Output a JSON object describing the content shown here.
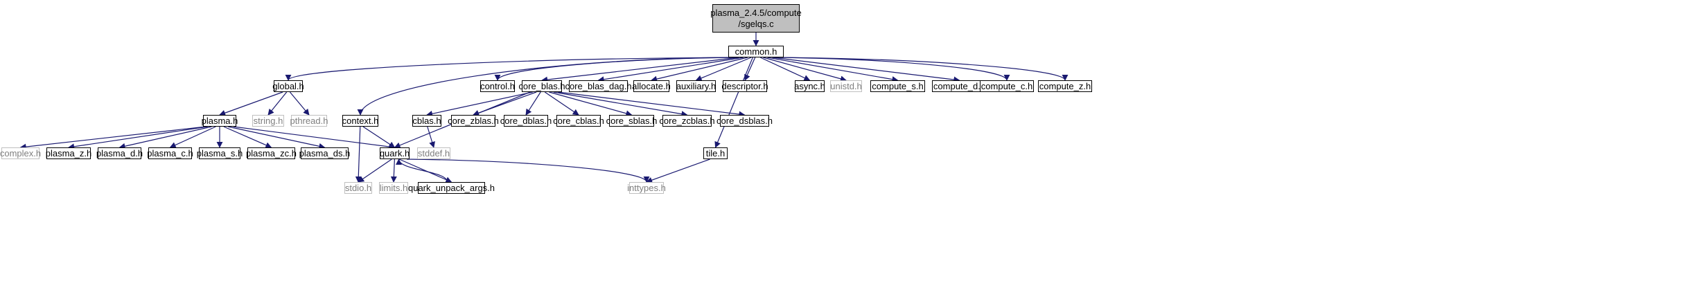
{
  "graph": {
    "root": "plasma_2.4.5/compute\n/sgelqs.c",
    "nodes": {
      "root": "plasma_2.4.5/compute\n/sgelqs.c",
      "common": "common.h",
      "global": "global.h",
      "control": "control.h",
      "core_blas": "core_blas.h",
      "core_blas_dag": "core_blas_dag.h",
      "allocate": "allocate.h",
      "auxiliary": "auxiliary.h",
      "descriptor": "descriptor.h",
      "async": "async.h",
      "unistd": "unistd.h",
      "compute_s": "compute_s.h",
      "compute_d": "compute_d.h",
      "compute_c": "compute_c.h",
      "compute_z": "compute_z.h",
      "plasma": "plasma.h",
      "string": "string.h",
      "pthread": "pthread.h",
      "context": "context.h",
      "cblas": "cblas.h",
      "core_zblas": "core_zblas.h",
      "core_dblas": "core_dblas.h",
      "core_cblas": "core_cblas.h",
      "core_sblas": "core_sblas.h",
      "core_zcblas": "core_zcblas.h",
      "core_dsblas": "core_dsblas.h",
      "complex": "complex.h",
      "plasma_z": "plasma_z.h",
      "plasma_d": "plasma_d.h",
      "plasma_c": "plasma_c.h",
      "plasma_s": "plasma_s.h",
      "plasma_zc": "plasma_zc.h",
      "plasma_ds": "plasma_ds.h",
      "quark": "quark.h",
      "stddef": "stddef.h",
      "tile": "tile.h",
      "stdio": "stdio.h",
      "limits": "limits.h",
      "quark_unpack_args": "quark_unpack_args.h",
      "inttypes": "inttypes.h"
    },
    "edges": [
      [
        "root",
        "common"
      ],
      [
        "common",
        "global"
      ],
      [
        "common",
        "control"
      ],
      [
        "common",
        "core_blas"
      ],
      [
        "common",
        "core_blas_dag"
      ],
      [
        "common",
        "allocate"
      ],
      [
        "common",
        "auxiliary"
      ],
      [
        "common",
        "descriptor"
      ],
      [
        "common",
        "async"
      ],
      [
        "common",
        "unistd"
      ],
      [
        "common",
        "compute_s"
      ],
      [
        "common",
        "compute_d"
      ],
      [
        "common",
        "compute_c"
      ],
      [
        "common",
        "compute_z"
      ],
      [
        "common",
        "context"
      ],
      [
        "common",
        "tile"
      ],
      [
        "global",
        "plasma"
      ],
      [
        "global",
        "string"
      ],
      [
        "global",
        "pthread"
      ],
      [
        "plasma",
        "complex"
      ],
      [
        "plasma",
        "plasma_z"
      ],
      [
        "plasma",
        "plasma_d"
      ],
      [
        "plasma",
        "plasma_c"
      ],
      [
        "plasma",
        "plasma_s"
      ],
      [
        "plasma",
        "plasma_zc"
      ],
      [
        "plasma",
        "plasma_ds"
      ],
      [
        "plasma",
        "quark"
      ],
      [
        "context",
        "quark"
      ],
      [
        "context",
        "stdio"
      ],
      [
        "core_blas",
        "cblas"
      ],
      [
        "core_blas",
        "core_zblas"
      ],
      [
        "core_blas",
        "core_dblas"
      ],
      [
        "core_blas",
        "core_cblas"
      ],
      [
        "core_blas",
        "core_sblas"
      ],
      [
        "core_blas",
        "core_zcblas"
      ],
      [
        "core_blas",
        "core_dsblas"
      ],
      [
        "core_blas",
        "quark"
      ],
      [
        "cblas",
        "stddef"
      ],
      [
        "quark",
        "stdio"
      ],
      [
        "quark",
        "limits"
      ],
      [
        "quark",
        "quark_unpack_args"
      ],
      [
        "quark",
        "inttypes"
      ],
      [
        "quark_unpack_args",
        "quark"
      ],
      [
        "tile",
        "inttypes"
      ]
    ],
    "external": [
      "unistd",
      "string",
      "pthread",
      "complex",
      "stddef",
      "stdio",
      "limits",
      "inttypes"
    ],
    "colors": {
      "edge": "#191970",
      "root_fill": "#bfbfbf",
      "node_border": "#000000",
      "external_border": "#bfbfbf",
      "external_text": "#7f7f7f"
    }
  }
}
